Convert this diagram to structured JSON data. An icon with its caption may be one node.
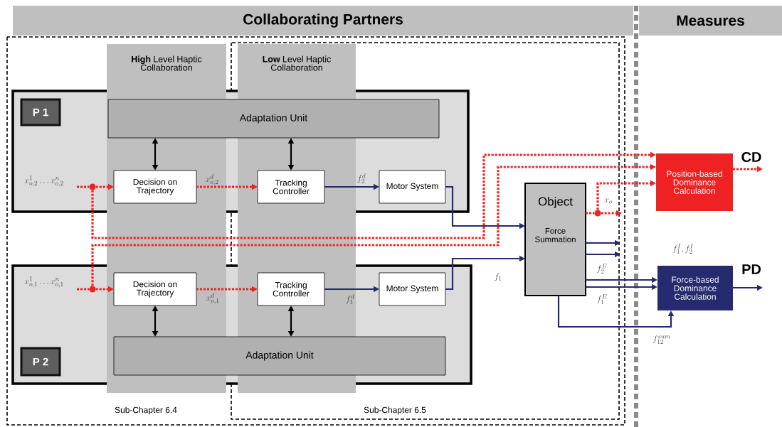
{
  "diagram": {
    "nodes": [
      {
        "text": [
          "Collaborating Partners"
        ]
      },
      {
        "text": [
          "Measures"
        ]
      },
      {
        "text": [],
        "shape": "box"
      },
      {
        "text": [
          "P 1"
        ],
        "in": 2
      },
      {
        "text": [
          "Adaptation Unit"
        ],
        "in": 2
      },
      {
        "text": [
          "Decision on Trajectory"
        ],
        "in": 2
      },
      {
        "text": [
          "Tracking Controller"
        ],
        "in": 2
      },
      {
        "text": [
          "Motor System"
        ],
        "in": 2
      },
      {
        "text": [],
        "shape": "box"
      },
      {
        "text": [
          "P 2"
        ],
        "in": 8
      },
      {
        "text": [
          "Decision on Trajectory"
        ],
        "in": 8
      },
      {
        "text": [
          "Tracking Controller"
        ],
        "in": 8
      },
      {
        "text": [
          "Motor System"
        ],
        "in": 8
      },
      {
        "text": [
          "Adaptation Unit"
        ],
        "in": 8
      },
      {
        "text": [
          "Object",
          "Force Summation"
        ]
      },
      {
        "text": [
          "Position-based Dominance Calculation"
        ],
        "beside": [
          "CD"
        ]
      },
      {
        "text": [
          "Force-based Dominance Calculation"
        ],
        "beside": [
          "PD"
        ]
      },
      {
        "text": [],
        "shape": "circle",
        "in": 2
      },
      {
        "text": [],
        "shape": "circle",
        "in": 8
      },
      {
        "text": [],
        "shape": "circle"
      }
    ],
    "edges": [
      {
        "from": null,
        "to": 17,
        "arrow": "none",
        "style": "dashed",
        "color": "#ee2222"
      },
      {
        "from": 17,
        "to": 5,
        "arrow": "to",
        "style": "dashed",
        "color": "#ee2222"
      },
      {
        "from": 5,
        "to": 6,
        "arrow": "to",
        "style": "dashed",
        "color": "#ee2222",
        "label": "x^d_{o,2}"
      },
      {
        "from": 6,
        "to": 7,
        "arrow": "to",
        "color": "#262a6e",
        "label": "f^d_2"
      },
      {
        "from": 7,
        "to": 14,
        "arrow": "to",
        "color": "#262a6e"
      },
      {
        "from": 4,
        "to": 5,
        "arrow": "both",
        "color": "#000000"
      },
      {
        "from": 4,
        "to": 6,
        "arrow": "both",
        "color": "#000000"
      },
      {
        "from": null,
        "to": 18,
        "arrow": "none",
        "style": "dashed",
        "color": "#ee2222"
      },
      {
        "from": 18,
        "to": 10,
        "arrow": "to",
        "style": "dashed",
        "color": "#ee2222"
      },
      {
        "from": 10,
        "to": 11,
        "arrow": "to",
        "style": "dashed",
        "color": "#ee2222",
        "label": "x^d_{o,1}"
      },
      {
        "from": 11,
        "to": 12,
        "arrow": "to",
        "color": "#262a6e",
        "label": "f^d_1"
      },
      {
        "from": 12,
        "to": 14,
        "arrow": "to",
        "color": "#262a6e",
        "label": "f_1"
      },
      {
        "from": 13,
        "to": 10,
        "arrow": "both",
        "color": "#000000"
      },
      {
        "from": 13,
        "to": 11,
        "arrow": "both",
        "color": "#000000"
      },
      {
        "from": 17,
        "to": 15,
        "arrow": "to",
        "style": "dashed",
        "color": "#ee2222"
      },
      {
        "from": 18,
        "to": 15,
        "arrow": "to",
        "style": "dashed",
        "color": "#ee2222"
      },
      {
        "from": 14,
        "to": 19,
        "arrow": "none",
        "style": "dashed",
        "color": "#ee2222"
      },
      {
        "from": 19,
        "to": null,
        "arrow": "to",
        "style": "dashed",
        "color": "#ee2222"
      },
      {
        "from": 19,
        "to": 15,
        "arrow": "to",
        "style": "dashed",
        "color": "#ee2222",
        "label": "x_o"
      },
      {
        "from": 15,
        "to": null,
        "arrow": "to",
        "style": "dashed",
        "color": "#ee2222"
      },
      {
        "from": 14,
        "to": null,
        "arrow": "to",
        "color": "#262a6e"
      },
      {
        "from": 14,
        "to": null,
        "arrow": "to",
        "color": "#262a6e"
      },
      {
        "from": 14,
        "to": 16,
        "arrow": "to",
        "color": "#262a6e",
        "label": "f^E_2"
      },
      {
        "from": 14,
        "to": 16,
        "arrow": "to",
        "color": "#262a6e",
        "label": "f^E_1"
      },
      {
        "from": 14,
        "to": 16,
        "arrow": "to",
        "color": "#262a6e",
        "label": "f^{sum}_{12}"
      },
      {
        "from": 16,
        "to": null,
        "arrow": "to",
        "color": "#262a6e"
      }
    ],
    "labels": [
      "**High** Level Haptic Collaboration",
      "**Low** Level Haptic Collaboration",
      "x^1_{o,2}\\ldots x^n_{o,2}",
      "x^1_{o,1}\\ldots x^n_{o,1}",
      "f^I_1, f^I_2",
      "Sub-Chapter 6.4",
      "Sub-Chapter 6.5"
    ]
  }
}
